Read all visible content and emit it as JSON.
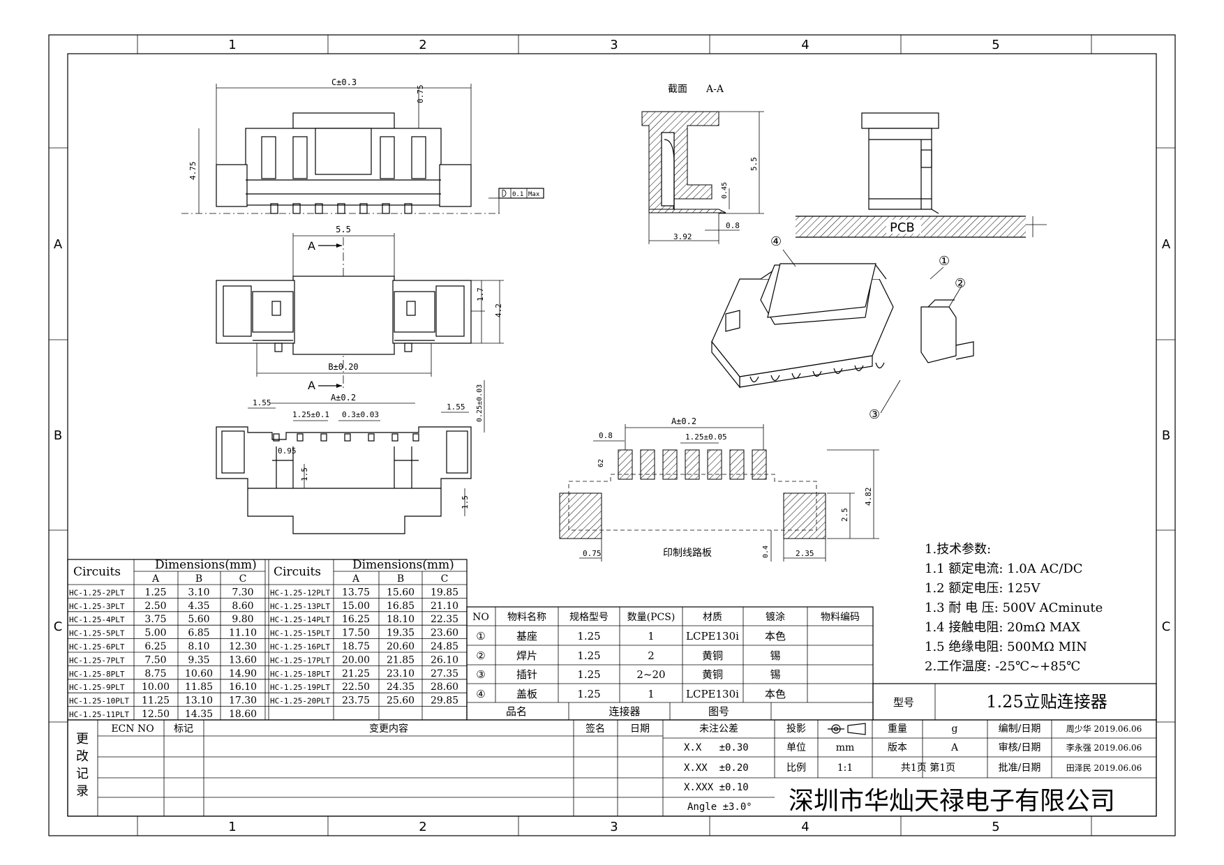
{
  "frame": {
    "cols": [
      "1",
      "2",
      "3",
      "4",
      "5"
    ],
    "rows": [
      "A",
      "B",
      "C"
    ]
  },
  "views": {
    "top": {
      "c_dim": "C±0.3",
      "d075": "0.75",
      "d475": "4.75",
      "flatness": "0.1",
      "flatness_max": "Max"
    },
    "plan": {
      "d55": "5.5",
      "sec_a": "A",
      "d17": "1.7",
      "d42": "4.2",
      "b_dim": "B±0.20"
    },
    "front": {
      "sec_a": "A",
      "a_dim": "A±0.2",
      "d155l": "1.55",
      "d155r": "1.55",
      "pitch": "1.25±0.1",
      "pin_w": "0.3±0.03",
      "d025": "0.25±0.03",
      "d095": "0.95",
      "d15a": "1.5",
      "d15b": "1.5"
    },
    "section": {
      "title": "截面",
      "label": "A-A",
      "d55": "5.5",
      "d045": "0.45",
      "d08": "0.8",
      "d392": "3.92"
    },
    "side": {
      "pcb": "PCB"
    },
    "iso": {
      "c1": "①",
      "c2": "②",
      "c3": "③",
      "c4": "④"
    },
    "footprint": {
      "a_dim": "A±0.2",
      "d08": "0.8",
      "pitch": "1.25±0.05",
      "d62": "62",
      "d482": "4.82",
      "d25": "2.5",
      "d075": "0.75",
      "pcb_label": "印制线路板",
      "d04": "0.4",
      "d235": "2.35"
    }
  },
  "tech": {
    "lines": [
      "1.技术参数:",
      "1.1 额定电流: 1.0A AC/DC",
      "1.2 额定电压: 125V",
      "1.3 耐 电 压: 500V ACminute",
      "1.4 接触电阻: 20mΩ MAX",
      "1.5 绝缘电阻: 500MΩ MIN",
      "2.工作温度: -25℃~+85℃"
    ]
  },
  "dim_table": {
    "h_circuits": "Circuits",
    "h_dims": "Dimensions(mm)",
    "h_a": "A",
    "h_b": "B",
    "h_c": "C",
    "left": [
      [
        "HC-1.25-2PLT",
        "1.25",
        "3.10",
        "7.30"
      ],
      [
        "HC-1.25-3PLT",
        "2.50",
        "4.35",
        "8.60"
      ],
      [
        "HC-1.25-4PLT",
        "3.75",
        "5.60",
        "9.80"
      ],
      [
        "HC-1.25-5PLT",
        "5.00",
        "6.85",
        "11.10"
      ],
      [
        "HC-1.25-6PLT",
        "6.25",
        "8.10",
        "12.30"
      ],
      [
        "HC-1.25-7PLT",
        "7.50",
        "9.35",
        "13.60"
      ],
      [
        "HC-1.25-8PLT",
        "8.75",
        "10.60",
        "14.90"
      ],
      [
        "HC-1.25-9PLT",
        "10.00",
        "11.85",
        "16.10"
      ],
      [
        "HC-1.25-10PLT",
        "11.25",
        "13.10",
        "17.30"
      ],
      [
        "HC-1.25-11PLT",
        "12.50",
        "14.35",
        "18.60"
      ]
    ],
    "right": [
      [
        "HC-1.25-12PLT",
        "13.75",
        "15.60",
        "19.85"
      ],
      [
        "HC-1.25-13PLT",
        "15.00",
        "16.85",
        "21.10"
      ],
      [
        "HC-1.25-14PLT",
        "16.25",
        "18.10",
        "22.35"
      ],
      [
        "HC-1.25-15PLT",
        "17.50",
        "19.35",
        "23.60"
      ],
      [
        "HC-1.25-16PLT",
        "18.75",
        "20.60",
        "24.85"
      ],
      [
        "HC-1.25-17PLT",
        "20.00",
        "21.85",
        "26.10"
      ],
      [
        "HC-1.25-18PLT",
        "21.25",
        "23.10",
        "27.35"
      ],
      [
        "HC-1.25-19PLT",
        "22.50",
        "24.35",
        "28.60"
      ],
      [
        "HC-1.25-20PLT",
        "23.75",
        "25.60",
        "29.85"
      ]
    ]
  },
  "bom": {
    "headers": [
      "NO",
      "物料名称",
      "规格型号",
      "数量(PCS)",
      "材质",
      "镀涂",
      "物料编码"
    ],
    "rows": [
      [
        "①",
        "基座",
        "1.25",
        "1",
        "LCPE130i",
        "本色",
        ""
      ],
      [
        "②",
        "焊片",
        "1.25",
        "2",
        "黄铜",
        "锡",
        ""
      ],
      [
        "③",
        "插针",
        "1.25",
        "2~20",
        "黄铜",
        "锡",
        ""
      ],
      [
        "④",
        "盖板",
        "1.25",
        "1",
        "LCPE130i",
        "本色",
        ""
      ]
    ],
    "model_label": "型号",
    "model_value": "1.25立贴连接器",
    "name_label": "品名",
    "name_value": "连接器",
    "drawing_label": "图号"
  },
  "title_block": {
    "change_side": "更改记录",
    "ecn": "ECN NO",
    "mark": "标记",
    "content": "变更内容",
    "sign": "签名",
    "date": "日期",
    "tol_head": "未注公差",
    "tol": [
      "X.X   ±0.30",
      "X.XX  ±0.20",
      "X.XXX ±0.10",
      "Angle ±3.0°"
    ],
    "proj_label": "投影",
    "unit_label": "单位",
    "unit_value": "mm",
    "scale_label": "比例",
    "scale_value": "1:1",
    "weight_label": "重量",
    "weight_value": "g",
    "version_label": "版本",
    "version_value": "A",
    "pages": "共1页  第1页",
    "sig": [
      [
        "编制/日期",
        "周少华 2019.06.06"
      ],
      [
        "审核/日期",
        "李永强 2019.06.06"
      ],
      [
        "批准/日期",
        "田泽民 2019.06.06"
      ]
    ],
    "company": "深圳市华灿天禄电子有限公司"
  }
}
